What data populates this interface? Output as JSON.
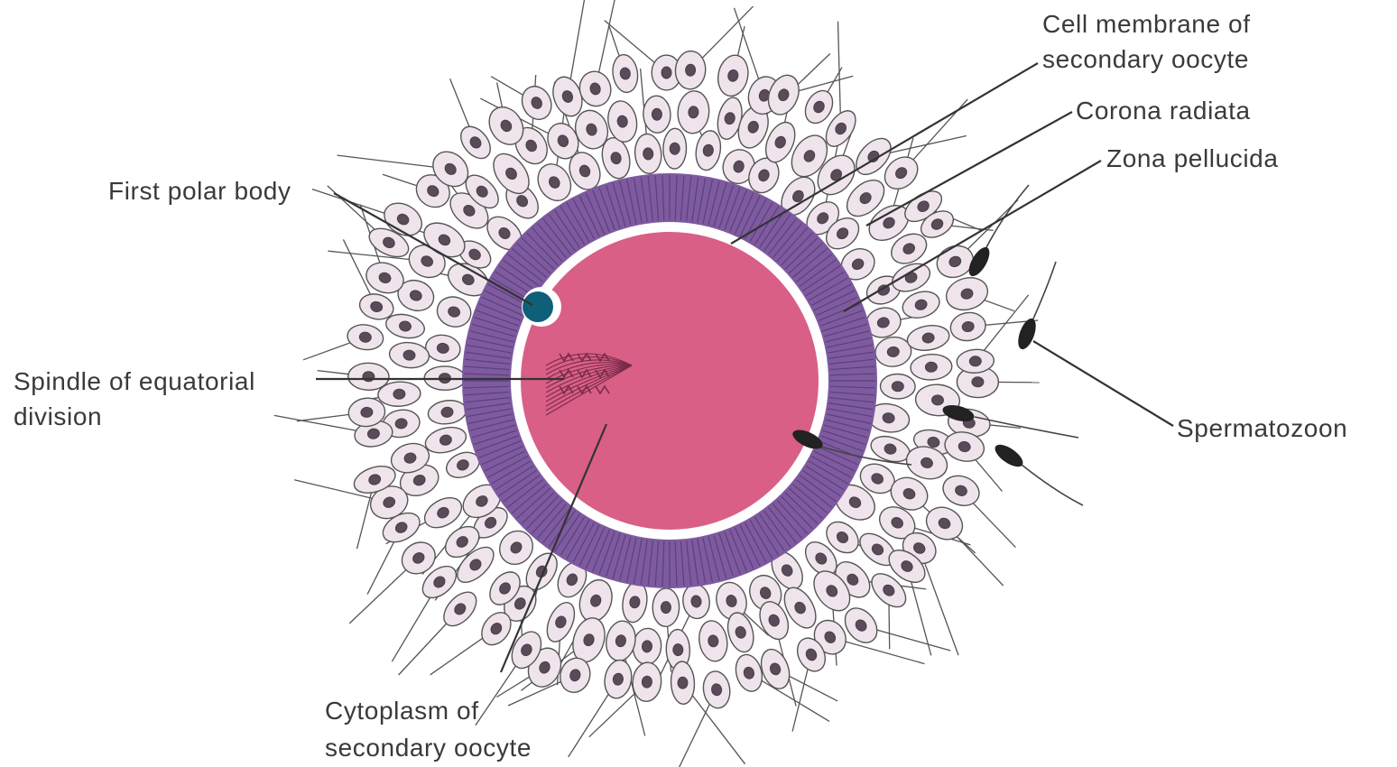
{
  "labels": {
    "cell_membrane_1": "Cell membrane of",
    "cell_membrane_2": "secondary oocyte",
    "corona_radiata": "Corona radiata",
    "zona_pellucida": "Zona pellucida",
    "first_polar_body": "First polar body",
    "spindle_1": "Spindle of equatorial",
    "spindle_2": "division",
    "spermatozoon": "Spermatozoon",
    "cytoplasm_1": "Cytoplasm of",
    "cytoplasm_2": "secondary oocyte"
  },
  "colors": {
    "cytoplasm": "#d95f86",
    "zona_pellucida": "#7e5a9e",
    "zona_stripes": "#5d3f7f",
    "membrane": "#ffffff",
    "polar_body": "#0f5f78",
    "corona_cell": "#efe4ec",
    "nucleus": "#5a4a5a",
    "sperm_head": "#222222",
    "spindle": "#7a2a4a"
  }
}
